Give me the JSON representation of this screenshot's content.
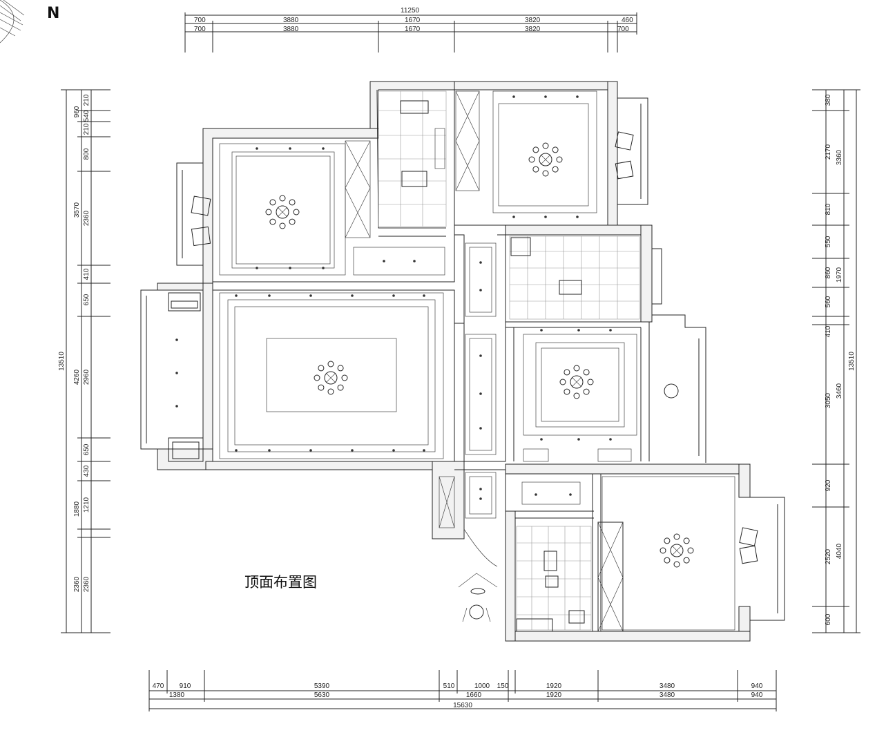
{
  "title": "顶面布置图",
  "north_label": "N",
  "dims": {
    "top_total": "11250",
    "top_row1": [
      "700",
      "3880",
      "1670",
      "3820",
      "460"
    ],
    "top_row2": [
      "700",
      "3880",
      "1670",
      "3820",
      "700"
    ],
    "left_total": "13510",
    "left_mid": [
      "960",
      "3570",
      "4260",
      "1880",
      "2360"
    ],
    "left_inner": [
      "210",
      "540",
      "210",
      "800",
      "2360",
      "410",
      "650",
      "2960",
      "650",
      "430",
      "1210",
      "2360"
    ],
    "right_total": "13510",
    "right_mid": [
      "3360",
      "1970",
      "3460",
      "4040"
    ],
    "right_inner": [
      "380",
      "2170",
      "810",
      "550",
      "860",
      "560",
      "410",
      "3050",
      "920",
      "2520",
      "600"
    ],
    "bottom_row1": [
      "470",
      "910",
      "5390",
      "510",
      "1000",
      "150",
      "1920",
      "3480",
      "940"
    ],
    "bottom_row2": [
      "1380",
      "5630",
      "1660",
      "1920",
      "3480",
      "940"
    ],
    "bottom_total": "15630"
  }
}
